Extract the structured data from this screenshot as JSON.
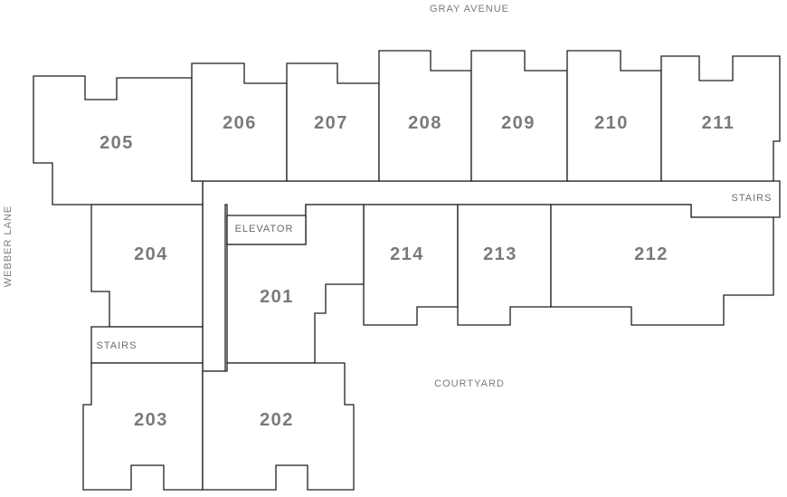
{
  "streets": {
    "top": "GRAY AVENUE",
    "left": "WEBBER LANE",
    "courtyard": "COURTYARD"
  },
  "common_areas": {
    "elevator": "ELEVATOR",
    "stairs_right": "STAIRS",
    "stairs_left": "STAIRS"
  },
  "units": {
    "u201": "201",
    "u202": "202",
    "u203": "203",
    "u204": "204",
    "u205": "205",
    "u206": "206",
    "u207": "207",
    "u208": "208",
    "u209": "209",
    "u210": "210",
    "u211": "211",
    "u212": "212",
    "u213": "213",
    "u214": "214"
  },
  "colors": {
    "outline": "#1f1f1f",
    "unit_label": "#7a7a7a",
    "street_label": "#7a7a7a",
    "background": "#ffffff"
  }
}
